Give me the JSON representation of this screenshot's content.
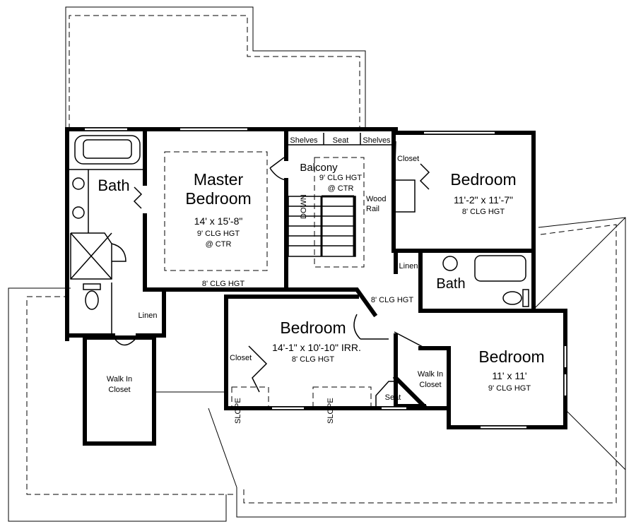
{
  "rooms": {
    "master_bedroom": {
      "name_line1": "Master",
      "name_line2": "Bedroom",
      "size": "14' x 15'-8\"",
      "ceiling": "9' CLG HGT",
      "ceiling_note": "@ CTR",
      "ceiling_edge": "8' CLG HGT"
    },
    "master_bath": {
      "name": "Bath"
    },
    "linen_left": {
      "name": "Linen"
    },
    "walk_in_closet_left": {
      "name_line1": "Walk In",
      "name_line2": "Closet"
    },
    "balcony": {
      "name": "Balcony",
      "ceiling": "9' CLG HGT",
      "ceiling_note": "@ CTR",
      "rail_line1": "Wood",
      "rail_line2": "Rail",
      "stair_label": "DOWN"
    },
    "built_ins": {
      "shelves_left": "Shelves",
      "seat": "Seat",
      "shelves_right": "Shelves"
    },
    "bedroom_top_right": {
      "name": "Bedroom",
      "size": "11'-2\" x 11'-7\"",
      "ceiling": "8' CLG HGT",
      "closet": "Closet"
    },
    "hall": {
      "ceiling": "8' CLG HGT",
      "linen": "Linen"
    },
    "hall_bath": {
      "name": "Bath"
    },
    "bedroom_middle": {
      "name": "Bedroom",
      "size": "14'-1\" x 10'-10\" IRR.",
      "ceiling": "8' CLG HGT",
      "closet": "Closet",
      "slope_left": "SLOPE",
      "slope_right": "SLOPE",
      "seat": "Seat"
    },
    "bedroom_right": {
      "name": "Bedroom",
      "size": "11' x 11'",
      "ceiling": "9' CLG HGT",
      "closet_line1": "Walk In",
      "closet_line2": "Closet"
    }
  }
}
